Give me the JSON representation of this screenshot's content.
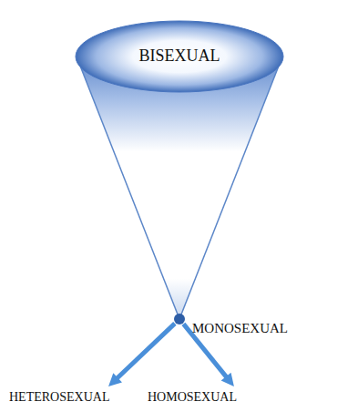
{
  "diagram": {
    "nodes": [
      {
        "text": [
          "BISEXUAL"
        ]
      },
      {
        "text": [
          "MONOSEXUAL"
        ]
      },
      {
        "text": [
          "HETEROSEXUAL"
        ]
      },
      {
        "text": [
          "HOMOSEXUAL"
        ]
      }
    ],
    "edges": [
      {
        "from": 1,
        "to": 2,
        "arrow": "to"
      },
      {
        "from": 1,
        "to": 3,
        "arrow": "to"
      }
    ]
  }
}
